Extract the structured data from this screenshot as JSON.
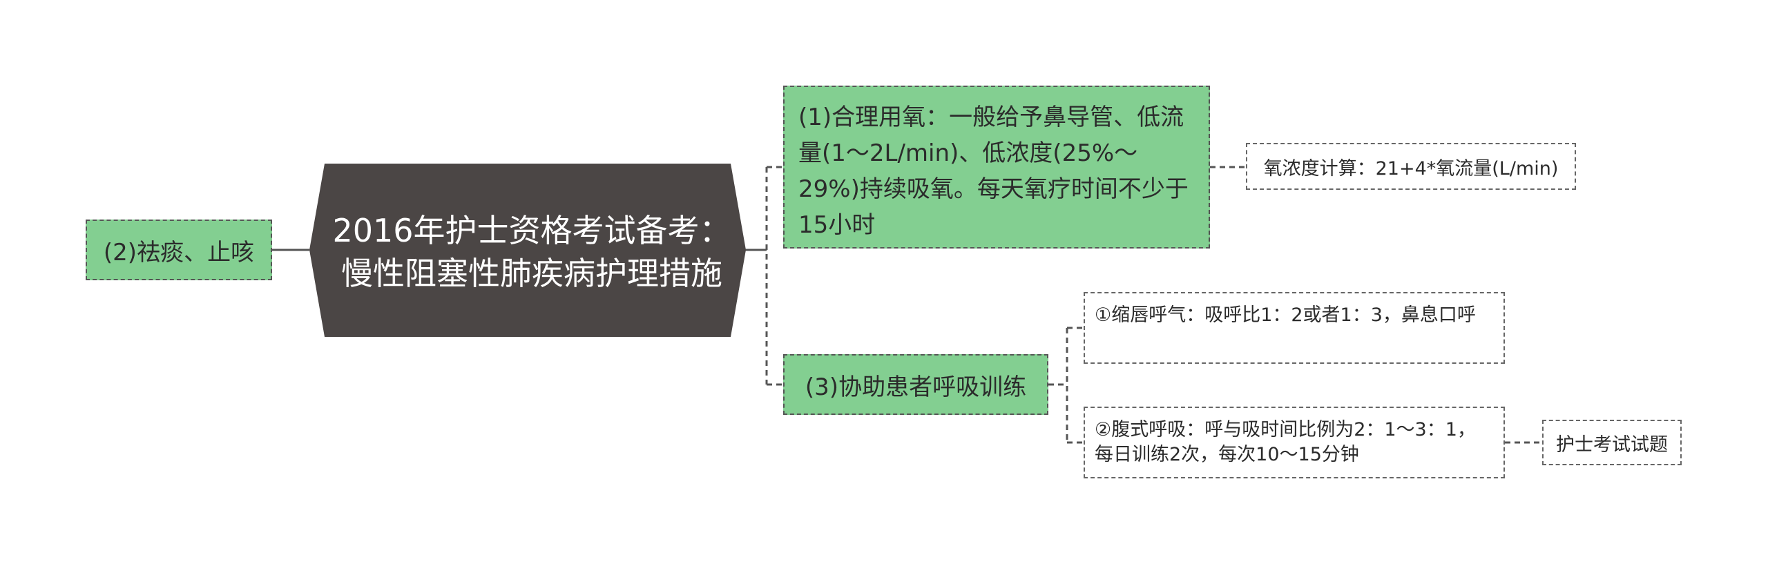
{
  "central": {
    "title": "2016年护士资格考试备考：慢性阻塞性肺疾病护理措施"
  },
  "left_branch": {
    "label": "(2)祛痰、止咳"
  },
  "right_branches": [
    {
      "label": "(1)合理用氧：一般给予鼻导管、低流量(1～2L/min)、低浓度(25%～29%)持续吸氧。每天氧疗时间不少于15小时",
      "children": [
        {
          "label": "氧浓度计算：21+4*氧流量(L/min)"
        }
      ]
    },
    {
      "label": "(3)协助患者呼吸训练",
      "children": [
        {
          "label": "①缩唇呼气：吸呼比1：2或者1：3，鼻息口呼"
        },
        {
          "label": "②腹式呼吸：呼与吸时间比例为2：1～3：1，每日训练2次，每次10～15分钟",
          "children": [
            {
              "label": "护士考试试题"
            }
          ]
        }
      ]
    }
  ],
  "colors": {
    "central_fill": "#4b4645",
    "branch_fill": "#83cf91",
    "connector": "#555555"
  }
}
